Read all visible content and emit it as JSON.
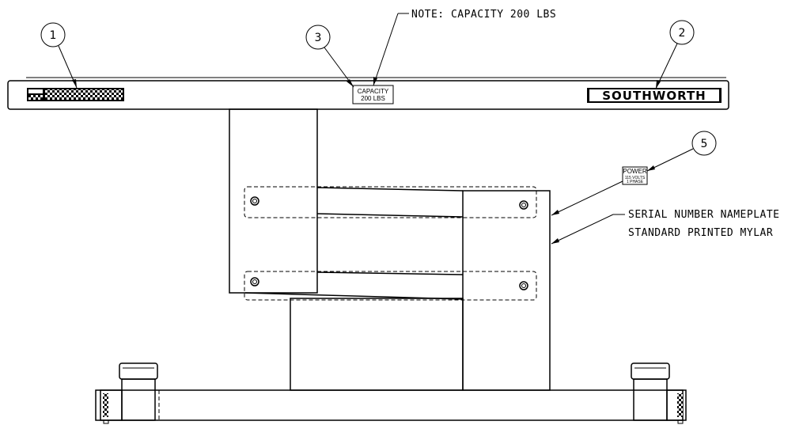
{
  "balloons": [
    {
      "id": "1",
      "label": "1"
    },
    {
      "id": "2",
      "label": "2"
    },
    {
      "id": "3",
      "label": "3"
    },
    {
      "id": "5",
      "label": "5"
    }
  ],
  "notes": {
    "capacity_note": "NOTE: CAPACITY 200 LBS",
    "serial_line1": "SERIAL NUMBER NAMEPLATE",
    "serial_line2": "STANDARD PRINTED MYLAR"
  },
  "labels": {
    "capacity_line1": "CAPACITY",
    "capacity_line2": "200 LBS",
    "brand": "SOUTHWORTH",
    "power_line1": "POWER",
    "power_line2": "115 VOLTS",
    "power_line3": "1 PHASE"
  }
}
